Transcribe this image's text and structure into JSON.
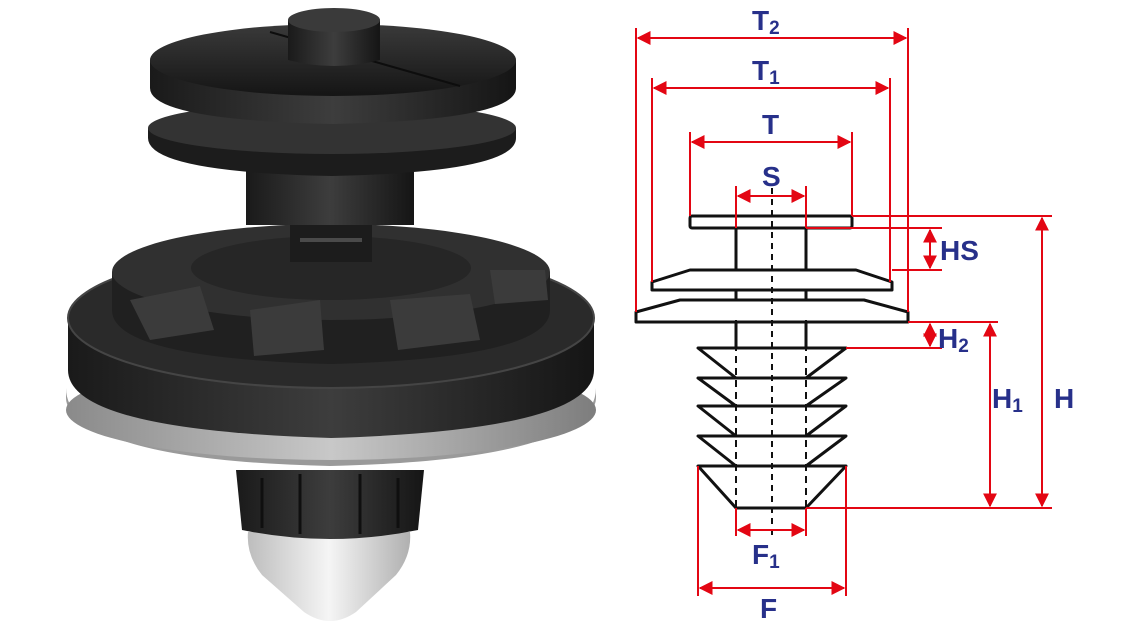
{
  "colors": {
    "dimension": "#e30613",
    "label": "#27308a",
    "outline": "#111111",
    "clip_body": "#2b2b2b",
    "clip_dark": "#1a1a1a",
    "washer": "#b8b8b8",
    "tip": "#e6e6e6"
  },
  "labels": {
    "t2": {
      "main": "T",
      "sub": "2"
    },
    "t1": {
      "main": "T",
      "sub": "1"
    },
    "t": {
      "main": "T",
      "sub": ""
    },
    "s": {
      "main": "S",
      "sub": ""
    },
    "hs": {
      "main": "HS",
      "sub": ""
    },
    "h2": {
      "main": "H",
      "sub": "2"
    },
    "h1": {
      "main": "H",
      "sub": "1"
    },
    "h": {
      "main": "H",
      "sub": ""
    },
    "f1": {
      "main": "F",
      "sub": "1"
    },
    "f": {
      "main": "F",
      "sub": ""
    }
  },
  "icons": {
    "photo": "push-rivet-clip-photo",
    "drawing": "clip-technical-drawing"
  }
}
